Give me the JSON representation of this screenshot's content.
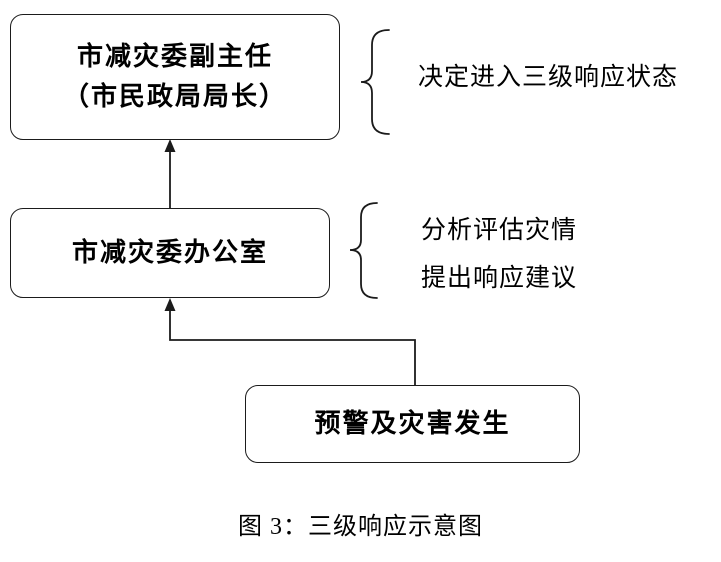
{
  "diagram": {
    "nodes": {
      "top": {
        "line1": "市减灾委副主任",
        "line2": "（市民政局局长）"
      },
      "middle": {
        "label": "市减灾委办公室"
      },
      "bottom": {
        "label": "预警及灾害发生"
      }
    },
    "annotations": {
      "top_brace": {
        "line1": "决定进入三级响应状态"
      },
      "middle_brace": {
        "line1": "分析评估灾情",
        "line2": "提出响应建议"
      }
    },
    "caption": "图 3：三级响应示意图",
    "colors": {
      "stroke": "#000000",
      "background": "#ffffff",
      "text": "#000000"
    }
  }
}
